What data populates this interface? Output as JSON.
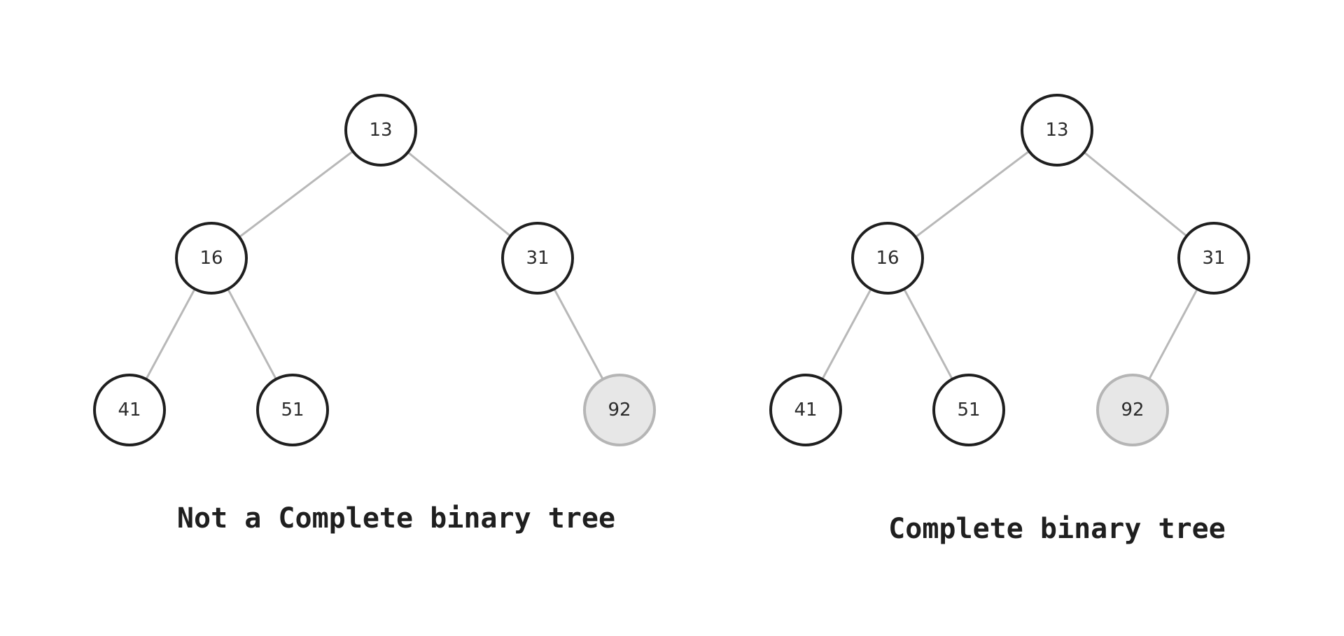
{
  "colors": {
    "node_stroke": "#1f1f1f",
    "node_fill": "#ffffff",
    "highlight_fill": "#e7e7e7",
    "highlight_stroke": "#b5b5b5",
    "edge": "#b8b8b8",
    "text": "#1f1f1f"
  },
  "trees": [
    {
      "caption": "Not a Complete binary tree",
      "nodes": [
        {
          "id": "root",
          "label": "13",
          "highlight": false
        },
        {
          "id": "left",
          "label": "16",
          "highlight": false
        },
        {
          "id": "right",
          "label": "31",
          "highlight": false
        },
        {
          "id": "left-left",
          "label": "41",
          "highlight": false
        },
        {
          "id": "left-right",
          "label": "51",
          "highlight": false
        },
        {
          "id": "right-right",
          "label": "92",
          "highlight": true
        }
      ],
      "edges": [
        [
          "root",
          "left"
        ],
        [
          "root",
          "right"
        ],
        [
          "left",
          "left-left"
        ],
        [
          "left",
          "left-right"
        ],
        [
          "right",
          "right-right"
        ]
      ]
    },
    {
      "caption": "Complete binary tree",
      "nodes": [
        {
          "id": "root",
          "label": "13",
          "highlight": false
        },
        {
          "id": "left",
          "label": "16",
          "highlight": false
        },
        {
          "id": "right",
          "label": "31",
          "highlight": false
        },
        {
          "id": "left-left",
          "label": "41",
          "highlight": false
        },
        {
          "id": "left-right",
          "label": "51",
          "highlight": false
        },
        {
          "id": "right-left",
          "label": "92",
          "highlight": true
        }
      ],
      "edges": [
        [
          "root",
          "left"
        ],
        [
          "root",
          "right"
        ],
        [
          "left",
          "left-left"
        ],
        [
          "left",
          "left-right"
        ],
        [
          "right",
          "right-left"
        ]
      ]
    }
  ]
}
